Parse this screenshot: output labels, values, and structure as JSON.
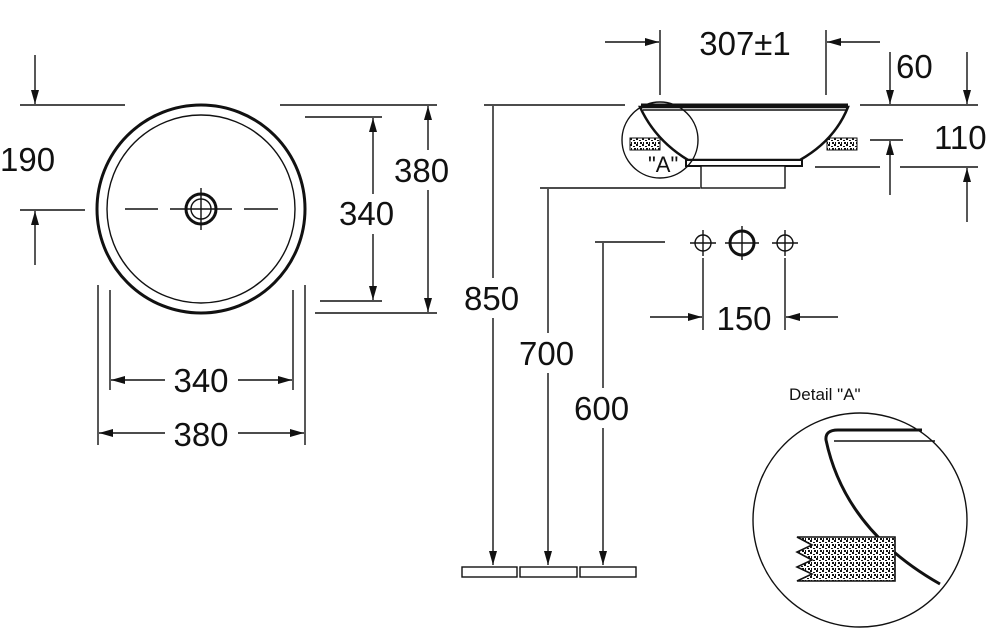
{
  "top_view": {
    "dim_190": "190",
    "dim_380_vertical": "380",
    "dim_340_vertical": "340",
    "dim_340_horizontal": "340",
    "dim_380_horizontal": "380"
  },
  "side_view": {
    "dim_width": "307±1",
    "dim_60": "60",
    "dim_110": "110",
    "detail_marker": "\"A\""
  },
  "heights": {
    "dim_850": "850",
    "dim_700": "700",
    "dim_600": "600"
  },
  "taps": {
    "dim_150": "150"
  },
  "detail": {
    "title": "Detail \"A\""
  }
}
